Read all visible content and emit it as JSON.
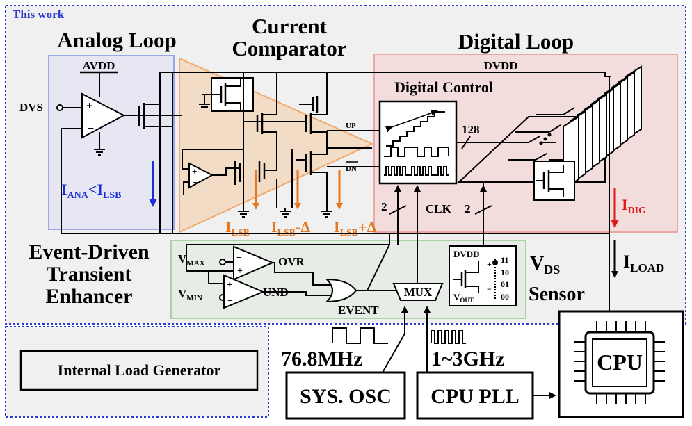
{
  "colors": {
    "wire": "#000000",
    "frame_blue": "#2b3bd0",
    "analog_fill": "#e6e7f3",
    "analog_border": "#9da6e4",
    "comparator_fill": "#f3dcc6",
    "comparator_border": "#f0a96a",
    "digital_fill": "#f3dcdc",
    "digital_border": "#e9a7a7",
    "enhancer_fill": "#e7ece6",
    "enhancer_border": "#a9d3a4",
    "orange": "#e8761c",
    "blue": "#1a2fd6",
    "red": "#e01818",
    "gray_bg": "#f0f0f0"
  },
  "labels": {
    "this_work": "This work",
    "analog_loop": "Analog Loop",
    "current_comparator": [
      "Current",
      "Comparator"
    ],
    "digital_loop": "Digital Loop",
    "digital_control": "Digital Control",
    "avdd": "AVDD",
    "dvdd": "DVDD",
    "dvs": "DVS",
    "up": "UP",
    "dn": "DN",
    "count_128": "128",
    "clk": "CLK",
    "two_a": "2",
    "two_b": "2",
    "i_ana_main": "I",
    "i_ana_sub": "ANA",
    "i_ana_lt": "<I",
    "i_ana_lsb": "LSB",
    "i_lsb_1_main": "I",
    "i_lsb_1_sub": "LSB",
    "i_lsb_2_main": "I",
    "i_lsb_2_sub": "LSB",
    "i_lsb_2_op": "-Δ",
    "i_lsb_3_main": "I",
    "i_lsb_3_sub": "LSB",
    "i_lsb_3_op": "+Δ",
    "i_dig_main": "I",
    "i_dig_sub": "DIG",
    "i_load_main": "I",
    "i_load_sub": "LOAD",
    "enhancer": [
      "Event-Driven",
      "Transient",
      "Enhancer"
    ],
    "vmax_main": "V",
    "vmax_sub": "MAX",
    "vmin_main": "V",
    "vmin_sub": "MIN",
    "ovr": "OVR",
    "und": "UND",
    "event": "EVENT",
    "mux": "MUX",
    "vds_main": "V",
    "vds_sub": "DS",
    "sensor": "Sensor",
    "sensor_dvdd": "DVDD",
    "sensor_vout_main": "V",
    "sensor_vout_sub": "OUT",
    "sensor_codes": [
      "11",
      "10",
      "01",
      "00"
    ],
    "freq_sys": "76.8MHz",
    "freq_cpu": "1~3GHz",
    "sys_osc": "SYS. OSC",
    "cpu_pll": "CPU PLL",
    "cpu": "CPU",
    "internal_load": "Internal Load Generator"
  }
}
